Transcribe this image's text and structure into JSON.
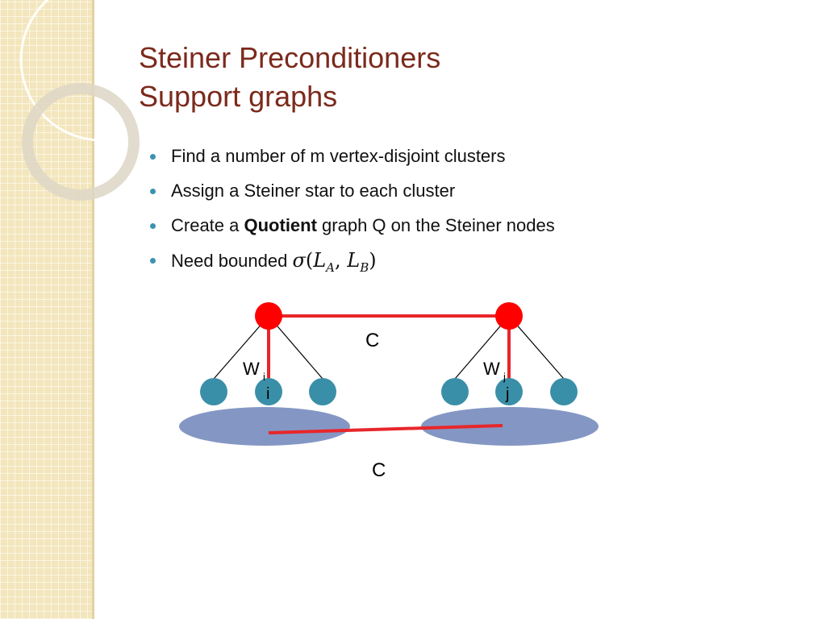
{
  "slide": {
    "title_line1": "Steiner Preconditioners",
    "title_line2": "Support graphs",
    "bullets": [
      {
        "before": "Find a number of m vertex-disjoint clusters"
      },
      {
        "before": "Assign a Steiner star to each cluster"
      },
      {
        "before": "Create a ",
        "bold": "Quotient",
        "after": " graph Q on the Steiner nodes"
      },
      {
        "before": "Need bounded ",
        "math": {
          "sigma": "σ",
          "open": "(",
          "L1": "L",
          "sub1": "A",
          "comma": ", ",
          "L2": "L",
          "sub2": "B",
          "close": ")"
        }
      }
    ]
  },
  "diagram": {
    "top_edge_label": "C",
    "bottom_edge_label": "C",
    "left_weight_label": "W",
    "left_weight_sub": "i",
    "right_weight_label": "W",
    "right_weight_sub": "j",
    "left_node_label": "i",
    "right_node_label": "j"
  },
  "colors": {
    "title": "#7b2a1c",
    "bullet_dot": "#3a93b0",
    "steiner_node": "#ff0000",
    "red_edge": "#e8262a",
    "teal_node": "#3a8fa8",
    "cluster_fill": "#8497c4",
    "sidebar": "#f3e6bd"
  }
}
